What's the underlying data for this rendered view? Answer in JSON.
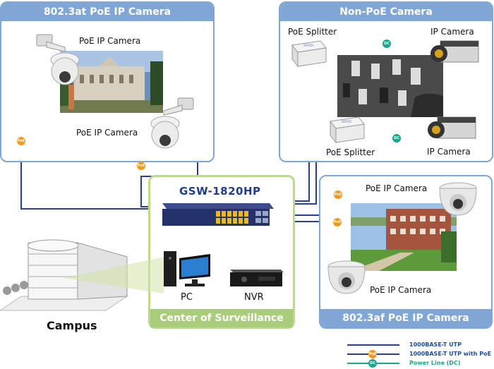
{
  "panels": {
    "at_camera": "802.3at PoE IP Camera",
    "non_poe": "Non-PoE Camera",
    "af_camera": "802.3af PoE IP Camera",
    "center": "Center of Surveillance"
  },
  "labels": {
    "poe_ip_camera_1": "PoE IP Camera",
    "poe_ip_camera_2": "PoE IP Camera",
    "poe_splitter_1": "PoE Splitter",
    "poe_splitter_2": "PoE Splitter",
    "ip_camera_1": "IP Camera",
    "ip_camera_2": "IP Camera",
    "poe_ip_camera_3": "PoE IP Camera",
    "poe_ip_camera_4": "PoE IP Camera",
    "pc": "PC",
    "nvr": "NVR",
    "campus": "Campus"
  },
  "switch": {
    "model": "GSW-1820HP"
  },
  "badges": {
    "poe": "PoE",
    "dc": "DC"
  },
  "legend": {
    "utp": "1000BASE-T UTP",
    "utp_poe": "1000BASE-T UTP with PoE",
    "power_dc": "Power Line (DC)"
  },
  "colors": {
    "utp_line": "#2a3f8f",
    "dc_line": "#1aa58c",
    "poe_badge": "#f39a1e",
    "panel_border": "#7fa6d4",
    "center_border": "#a9cd7b"
  }
}
